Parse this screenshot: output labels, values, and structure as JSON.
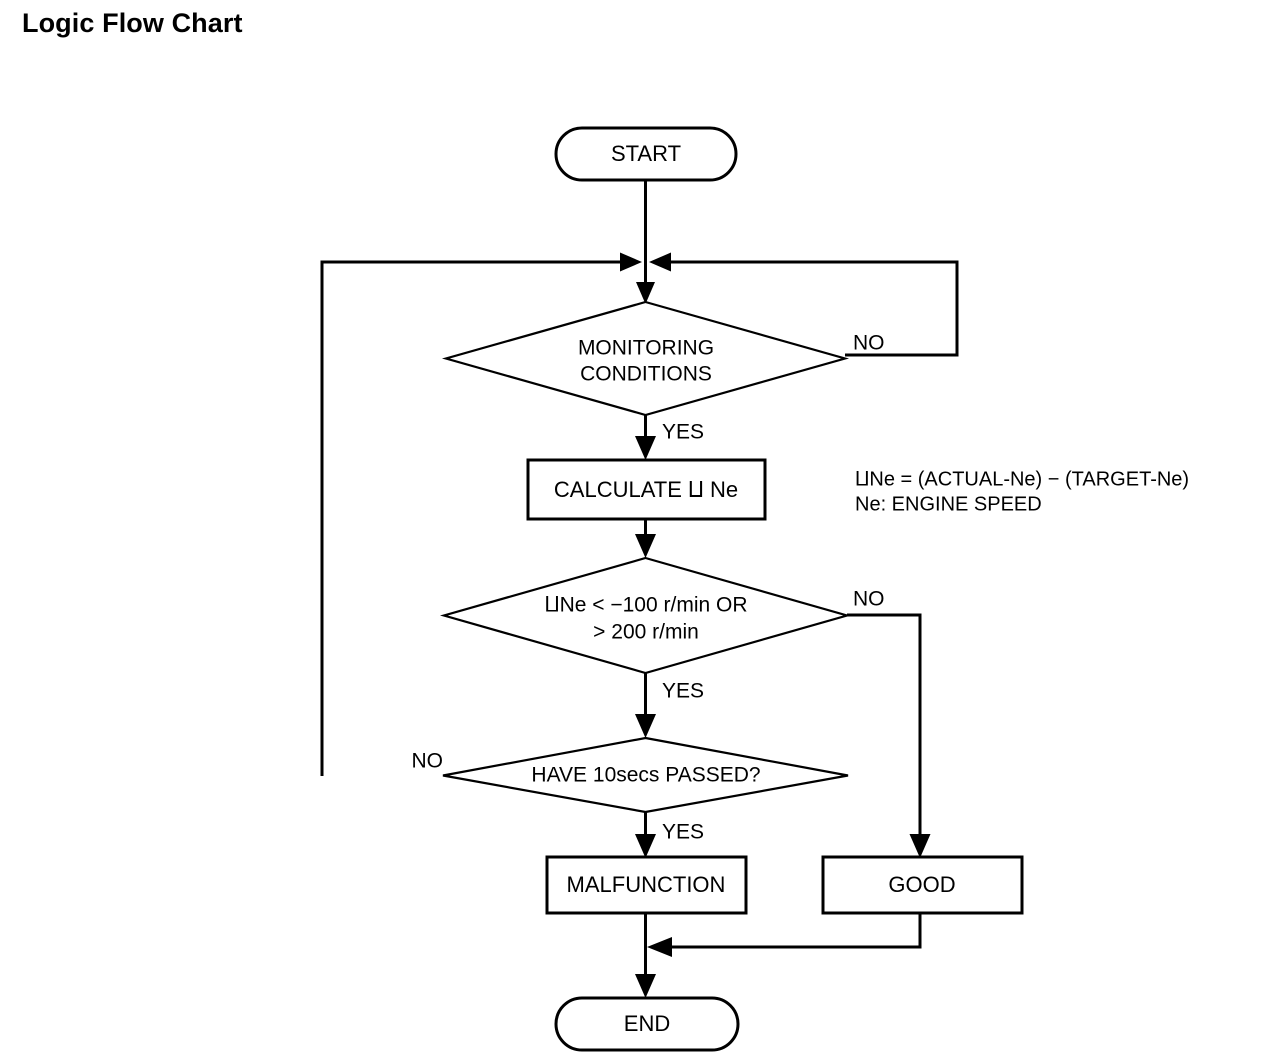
{
  "page": {
    "title": "Logic Flow Chart",
    "background_color": "#ffffff",
    "ink_color": "#000000"
  },
  "chart_data": {
    "type": "diagram",
    "title": "Logic Flow Chart",
    "diagram_kind": "flowchart",
    "orientation": "top-to-bottom",
    "nodes": [
      {
        "id": "start",
        "shape": "terminator",
        "label": "START"
      },
      {
        "id": "monitor",
        "shape": "decision",
        "label_line1": "MONITORING",
        "label_line2": "CONDITIONS"
      },
      {
        "id": "calculate",
        "shape": "process",
        "label": "CALCULATE  ⨿ Ne"
      },
      {
        "id": "threshold",
        "shape": "decision",
        "label_line1": "⨿Ne < −100 r/min OR",
        "label_line2": "> 200 r/min"
      },
      {
        "id": "timer",
        "shape": "decision",
        "label": "HAVE 10secs PASSED?"
      },
      {
        "id": "malfunction",
        "shape": "process",
        "label": "MALFUNCTION"
      },
      {
        "id": "good",
        "shape": "process",
        "label": "GOOD"
      },
      {
        "id": "end",
        "shape": "terminator",
        "label": "END"
      }
    ],
    "edges": [
      {
        "from": "start",
        "to": "monitor",
        "label": ""
      },
      {
        "from": "monitor",
        "to": "calculate",
        "label": "YES"
      },
      {
        "from": "monitor",
        "to": "monitor",
        "label": "NO",
        "route": "right-loop-back-to-entry"
      },
      {
        "from": "calculate",
        "to": "threshold",
        "label": ""
      },
      {
        "from": "threshold",
        "to": "timer",
        "label": "YES"
      },
      {
        "from": "threshold",
        "to": "good",
        "label": "NO"
      },
      {
        "from": "timer",
        "to": "malfunction",
        "label": "YES"
      },
      {
        "from": "timer",
        "to": "monitor",
        "label": "NO",
        "route": "left-loop-back-to-entry"
      },
      {
        "from": "malfunction",
        "to": "end",
        "label": ""
      },
      {
        "from": "good",
        "to": "end",
        "label": ""
      }
    ],
    "annotations": [
      {
        "id": "formula",
        "text": "⨿Ne = (ACTUAL-Ne) − (TARGET-Ne)"
      },
      {
        "id": "definition",
        "text": "Ne: ENGINE SPEED"
      }
    ]
  },
  "labels": {
    "start": "START",
    "monitoring_line1": "MONITORING",
    "monitoring_line2": "CONDITIONS",
    "calculate": "CALCULATE  ⨿ Ne",
    "threshold_line1": "⨿Ne < −100 r/min OR",
    "threshold_line2": "> 200 r/min",
    "timer": "HAVE 10secs PASSED?",
    "malfunction": "MALFUNCTION",
    "good": "GOOD",
    "end": "END"
  },
  "edge_labels": {
    "monitor_no": "NO",
    "monitor_yes": "YES",
    "threshold_no": "NO",
    "threshold_yes": "YES",
    "timer_no": "NO",
    "timer_yes": "YES"
  },
  "notes": {
    "formula": "⨿Ne = (ACTUAL-Ne) − (TARGET-Ne)",
    "definition": "Ne: ENGINE SPEED"
  }
}
